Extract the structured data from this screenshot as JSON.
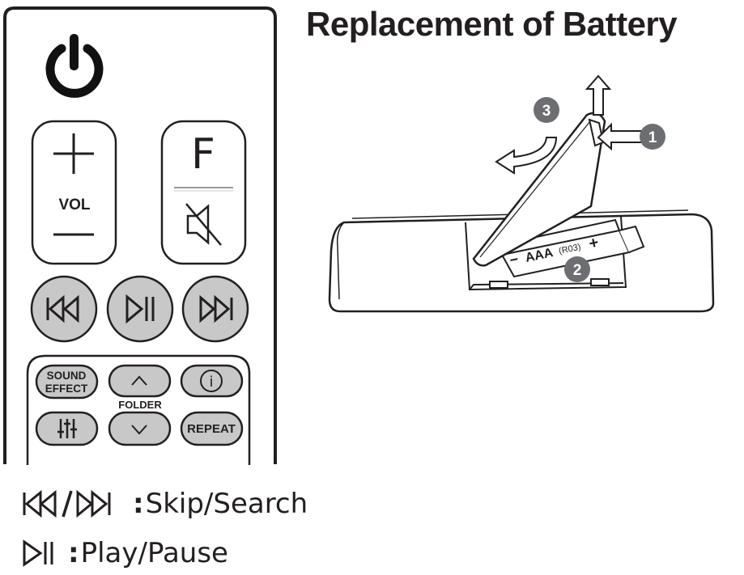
{
  "title": "Replacement of Battery",
  "remote": {
    "vol_label": "VOL",
    "f_label": "F",
    "sound_effect_line1": "SOUND",
    "sound_effect_line2": "EFFECT",
    "folder_label": "FOLDER",
    "repeat_label": "REPEAT",
    "info_label": "i"
  },
  "diagram": {
    "step1": "1",
    "step2": "2",
    "step3": "3",
    "battery_minus": "−",
    "battery_type": "AAA",
    "battery_code": "(R03)",
    "battery_plus": "+"
  },
  "legend": [
    {
      "symbol": "⏮/⏭",
      "colon": ":",
      "text": "Skip/Search"
    },
    {
      "symbol": "⏯",
      "colon": ":",
      "text": "Play/Pause"
    }
  ]
}
